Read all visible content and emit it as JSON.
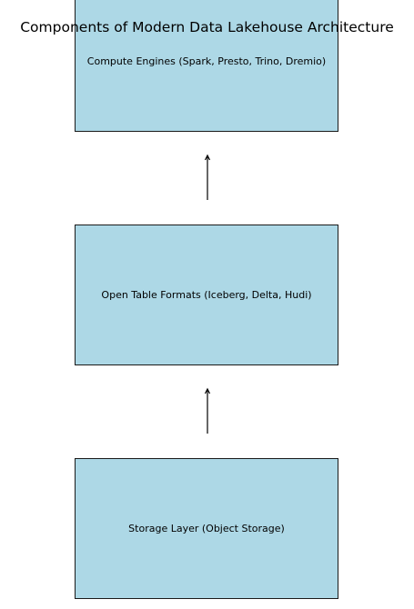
{
  "diagram": {
    "title": "Components of Modern Data Lakehouse Architecture",
    "colors": {
      "box_fill": "#add8e6",
      "box_border": "#1a1a1a",
      "arrow": "#000000"
    },
    "layers": [
      {
        "label": "Compute Engines (Spark, Presto, Trino, Dremio)"
      },
      {
        "label": "Open Table Formats (Iceberg, Delta, Hudi)"
      },
      {
        "label": "Storage Layer (Object Storage)"
      }
    ]
  }
}
